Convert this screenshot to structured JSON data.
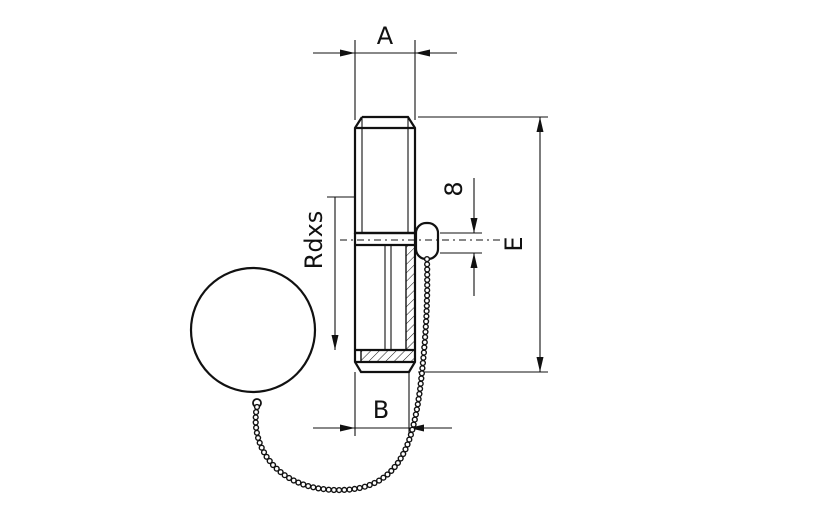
{
  "labels": {
    "A": "A",
    "B": "B",
    "E": "E",
    "Rdxs": "Rdxs",
    "eight": "8"
  },
  "colors": {
    "ink": "#111111",
    "background": "#ffffff"
  }
}
